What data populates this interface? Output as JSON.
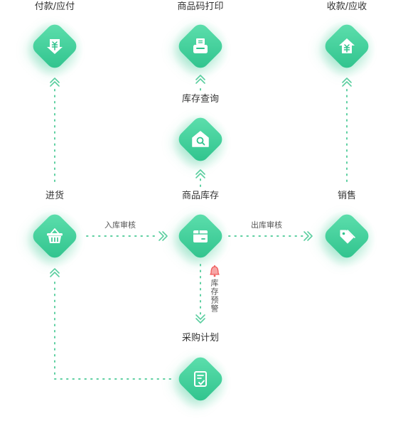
{
  "nodes": {
    "payment": {
      "label": "付款/应付",
      "icon": "download-yen-icon"
    },
    "barcode_print": {
      "label": "商品码打印",
      "icon": "printer-icon"
    },
    "receipt": {
      "label": "收款/应收",
      "icon": "upload-yen-icon"
    },
    "inventory_query": {
      "label": "库存查询",
      "icon": "house-search-icon"
    },
    "purchase": {
      "label": "进货",
      "icon": "basket-icon"
    },
    "stock": {
      "label": "商品库存",
      "icon": "box-icon"
    },
    "sales": {
      "label": "销售",
      "icon": "price-tag-icon"
    },
    "procurement_plan": {
      "label": "采购计划",
      "icon": "checklist-icon"
    }
  },
  "edges": {
    "inbound_review": "入库审核",
    "outbound_review": "出库审核",
    "stock_warning": "库存预警"
  },
  "colors": {
    "accent": "#2ec28c",
    "accent_light": "#5fe0ae",
    "connector": "#5ccfa0",
    "warning": "#f05a5a"
  }
}
